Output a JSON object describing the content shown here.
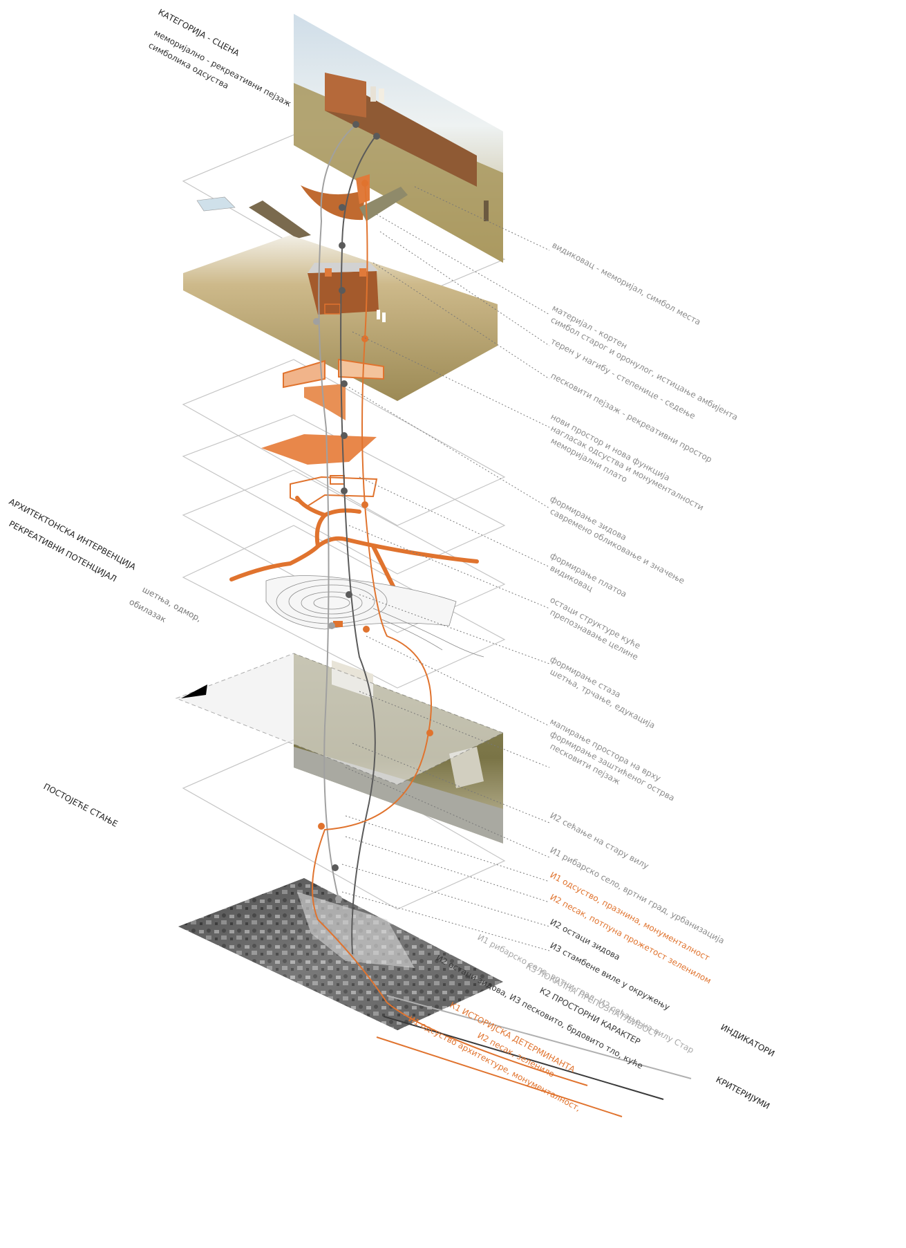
{
  "categories": {
    "scene": "КАТЕГОРИЈА - СЦЕНА",
    "scene_desc_1": "меморијално - рекреативни пејзаж",
    "scene_desc_2": "симболика одсуства",
    "arch": "АРХИТЕКТОНСКА ИНТЕРВЕНЦИЈА",
    "recre": "РЕКРЕАТИВНИ ПОТЕНЦИЈАЛ",
    "recre_desc_1": "шетња, одмор,",
    "recre_desc_2": "обилазак",
    "existing": "ПОСТОЈЕЋЕ СТАЊЕ"
  },
  "callouts": [
    {
      "text": "видиковац - меморијал, симбол места",
      "color": "gray"
    },
    {
      "text": "материјал - кортен",
      "color": "gray"
    },
    {
      "text": "симбол старог и оронулог, истицање амбијента",
      "color": "gray"
    },
    {
      "text": "терен у нагибу - степенице - седење",
      "color": "gray"
    },
    {
      "text": "песковити пејзаж - рекреативни простор",
      "color": "gray"
    },
    {
      "text": "нови простор и нова функција",
      "color": "gray"
    },
    {
      "text": "нагласак одсуства и монументалности",
      "color": "gray"
    },
    {
      "text": "меморијални плато",
      "color": "gray"
    },
    {
      "text": "формирање зидова",
      "color": "gray"
    },
    {
      "text": "савремено обликовање и значење",
      "color": "gray"
    },
    {
      "text": "формирање платоа",
      "color": "gray"
    },
    {
      "text": "видиковац",
      "color": "gray"
    },
    {
      "text": "остаци структуре куће",
      "color": "gray"
    },
    {
      "text": "препознавање целине",
      "color": "gray"
    },
    {
      "text": "формирање стаза",
      "color": "gray"
    },
    {
      "text": "шетња, трчање, едукација",
      "color": "gray"
    },
    {
      "text": "мапирање простора на врху",
      "color": "gray"
    },
    {
      "text": "формирање заштићеног острва",
      "color": "gray"
    },
    {
      "text": "песковити пејзаж",
      "color": "gray"
    },
    {
      "text": "И2 сећање на стару вилу",
      "color": "gray"
    },
    {
      "text": "И1 рибарско село, вртни град, урбанизација",
      "color": "gray"
    },
    {
      "text": "И1 одсуство, празнина, монументалност",
      "color": "orange"
    },
    {
      "text": "И2 песак, потпуна прожетост зеленилом",
      "color": "orange"
    },
    {
      "text": "И2 остаци зидова",
      "color": "dark"
    },
    {
      "text": "И3 стамбене виле у окружењу",
      "color": "dark"
    }
  ],
  "criteria": [
    {
      "text": "К3  ЛОКАЛНА ПРЕПОЗНАТЉИВОСТ",
      "color": "lightgray"
    },
    {
      "text": "И1 рибарско село, вртни град, И2 сећање на вилу Стар",
      "color": "lightgray"
    },
    {
      "text": "К2  ПРОСТОРНИ КАРАКТЕР",
      "color": "dark"
    },
    {
      "text": "И2 остаци зидова, И3 песковито, брдовито тло, куће",
      "color": "dark"
    },
    {
      "text": "К1  ИСТОРИЈСКА ДЕТЕРМИНАНТА",
      "color": "orange"
    },
    {
      "text": "И1 одсуство архитектуре, монументалност,",
      "color": "orange"
    },
    {
      "text": "И2 песак, зеленило",
      "color": "orange"
    }
  ],
  "legend": {
    "indicators": "ИНДИКАТОРИ",
    "criteria": "КРИТЕРИЈУМИ"
  },
  "palette": {
    "orange": "#e0732e",
    "gray": "#8c8c8c",
    "dark": "#3a3a3a",
    "lightgray": "#a8a8a8",
    "layer_line": "#bdbdbd",
    "sand": "#c9b07c",
    "sky": "#dfe8ee",
    "corten": "#b5693a"
  }
}
